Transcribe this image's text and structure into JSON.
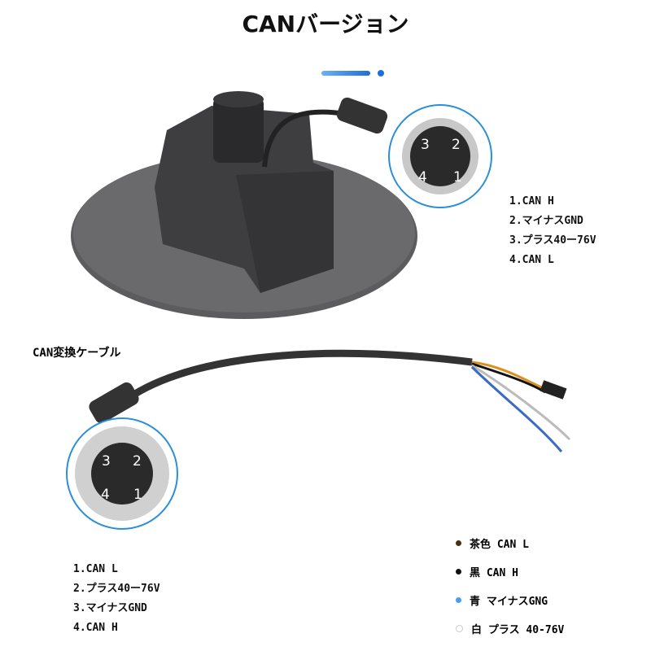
{
  "title": "CANバージョン",
  "device_pins": [
    "1.CAN H",
    "2.マイナスGND",
    "3.プラス40ー76V",
    "4.CAN L"
  ],
  "cable_label": "CAN変換ケーブル",
  "cable_pins": [
    "1.CAN L",
    "2.プラス40ー76V",
    "3.マイナスGND",
    "4.CAN H"
  ],
  "connector_numbers": [
    "3",
    "2",
    "4",
    "1"
  ],
  "wires": [
    {
      "label": "茶色 CAN L",
      "color": "#4a3010"
    },
    {
      "label": "黒 CAN H",
      "color": "#111111"
    },
    {
      "label": "青 マイナスGNG",
      "color": "#4a9df0"
    },
    {
      "label": "白 プラス 40-76V",
      "color": "#ffffff"
    }
  ],
  "accent": "#1e6fd9"
}
